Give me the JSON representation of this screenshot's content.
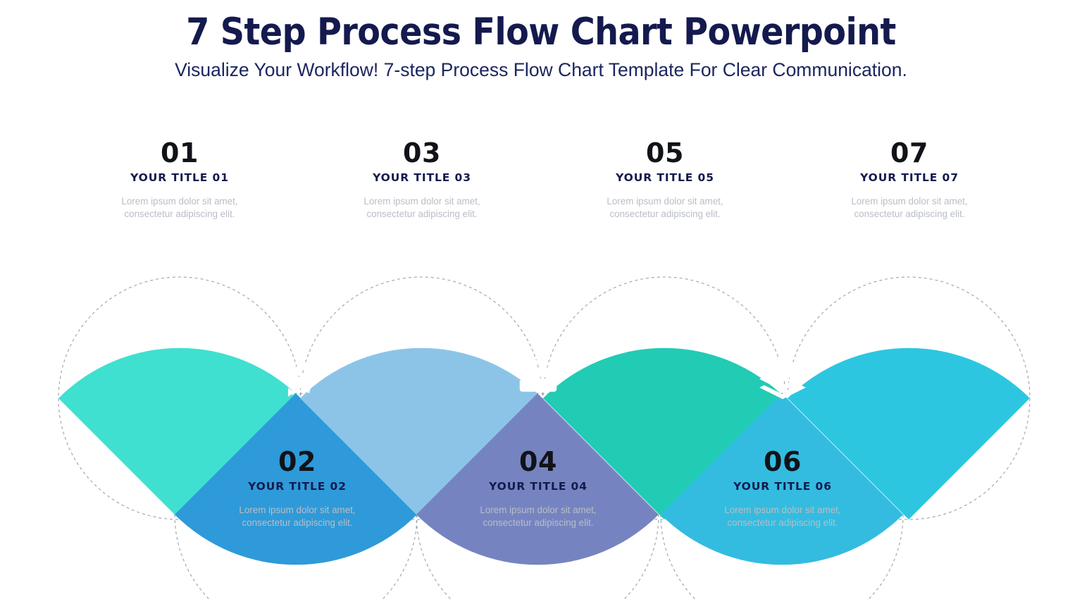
{
  "header": {
    "title": "7 Step Process Flow Chart Powerpoint",
    "subtitle": "Visualize Your Workflow! 7-step Process Flow Chart Template For Clear Communication."
  },
  "palette": {
    "title_color": "#141a4e",
    "subtitle_color": "#1c2660",
    "number_color": "#111318",
    "step_title_color": "#141a4e",
    "description_color": "#b9bdc6",
    "outline_color": "#9aa2ae",
    "background": "#ffffff"
  },
  "chart_data": {
    "type": "diagram",
    "title": "7 Step Process Flow Chart Powerpoint",
    "subtitle": "Visualize Your Workflow! 7-step Process Flow Chart Template For Clear Communication.",
    "layout": "alternating petal / fan wedge chain, 7 nodes left to right",
    "step_count": 7,
    "categories": [
      "01",
      "02",
      "03",
      "04",
      "05",
      "06",
      "07"
    ],
    "steps": [
      {
        "number": "01",
        "title": "YOUR TITLE 01",
        "description": "Lorem ipsum dolor sit amet, consectetur adipiscing elit.",
        "color": "#3FE0D0",
        "icon": "book-icon",
        "text_position": "top",
        "wedge_direction": "down"
      },
      {
        "number": "02",
        "title": "YOUR TITLE 02",
        "description": "Lorem ipsum dolor sit amet, consectetur adipiscing elit.",
        "color": "#2E9AD9",
        "icon": "paper-plane-icon",
        "text_position": "bottom",
        "wedge_direction": "up"
      },
      {
        "number": "03",
        "title": "YOUR TITLE 03",
        "description": "Lorem ipsum dolor sit amet, consectetur adipiscing elit.",
        "color": "#8CC4E8",
        "icon": "monitor-icon",
        "text_position": "top",
        "wedge_direction": "down"
      },
      {
        "number": "04",
        "title": "YOUR TITLE 04",
        "description": "Lorem ipsum dolor sit amet, consectetur adipiscing elit.",
        "color": "#7584C0",
        "icon": "briefcase-icon",
        "text_position": "bottom",
        "wedge_direction": "up"
      },
      {
        "number": "05",
        "title": "YOUR TITLE 05",
        "description": "Lorem ipsum dolor sit amet, consectetur adipiscing elit.",
        "color": "#22CBB4",
        "icon": "shopping-cart-icon",
        "text_position": "top",
        "wedge_direction": "down"
      },
      {
        "number": "06",
        "title": "YOUR TITLE 06",
        "description": "Lorem ipsum dolor sit amet, consectetur adipiscing elit.",
        "color": "#33BCE0",
        "icon": "layers-icon",
        "text_position": "bottom",
        "wedge_direction": "up"
      },
      {
        "number": "07",
        "title": "YOUR TITLE 07",
        "description": "Lorem ipsum dolor sit amet, consectetur adipiscing elit.",
        "color": "#2DC6E0",
        "icon": "bar-chart-growth-icon",
        "text_position": "top",
        "wedge_direction": "down"
      }
    ]
  }
}
